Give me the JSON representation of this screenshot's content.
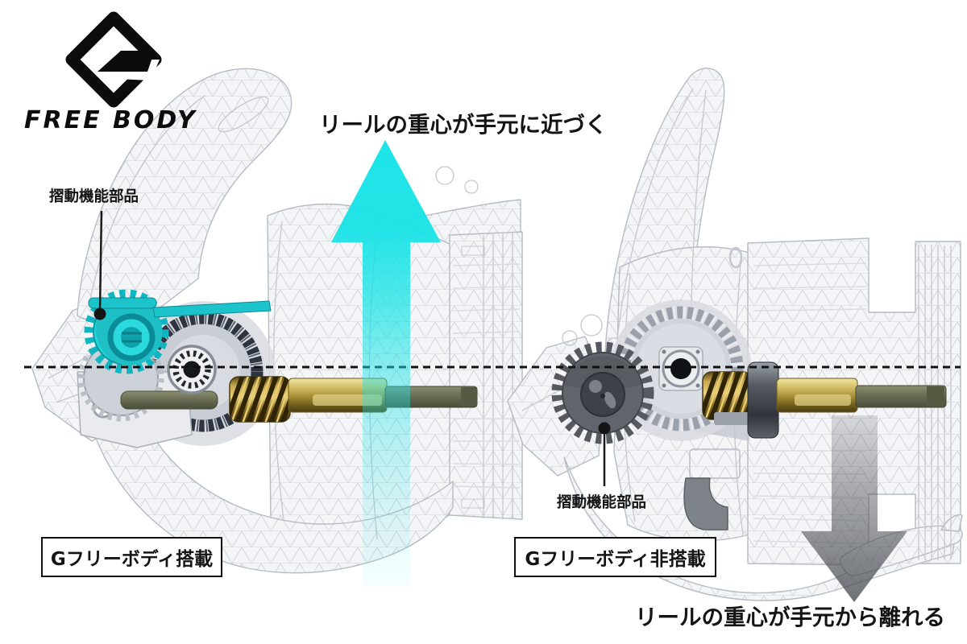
{
  "brand": {
    "mark_letter": "G",
    "name": "FREE BODY"
  },
  "panels": [
    {
      "caption": "Gフリーボディ搭載",
      "part_label": "摺動機能部品",
      "arrow_label": "リールの重心が手元に近づく",
      "arrow_direction": "up",
      "arrow_color": "#17e3e6"
    },
    {
      "caption": "Gフリーボディ非搭載",
      "part_label": "摺動機能部品",
      "arrow_label": "リールの重心が手元から離れる",
      "arrow_direction": "down",
      "arrow_color": "#4a4e54"
    }
  ],
  "colors": {
    "logo_black": "#0c0c0c",
    "accent_cyan": "#17e3e6",
    "gear_teal": "#25d6d8",
    "brass": "#c7a94e",
    "gold": "#d6c169",
    "olive": "#6e7157",
    "arrow_gray": "#4a4e54",
    "wireframe": "#c9cdd4",
    "centerline": "#111111"
  }
}
